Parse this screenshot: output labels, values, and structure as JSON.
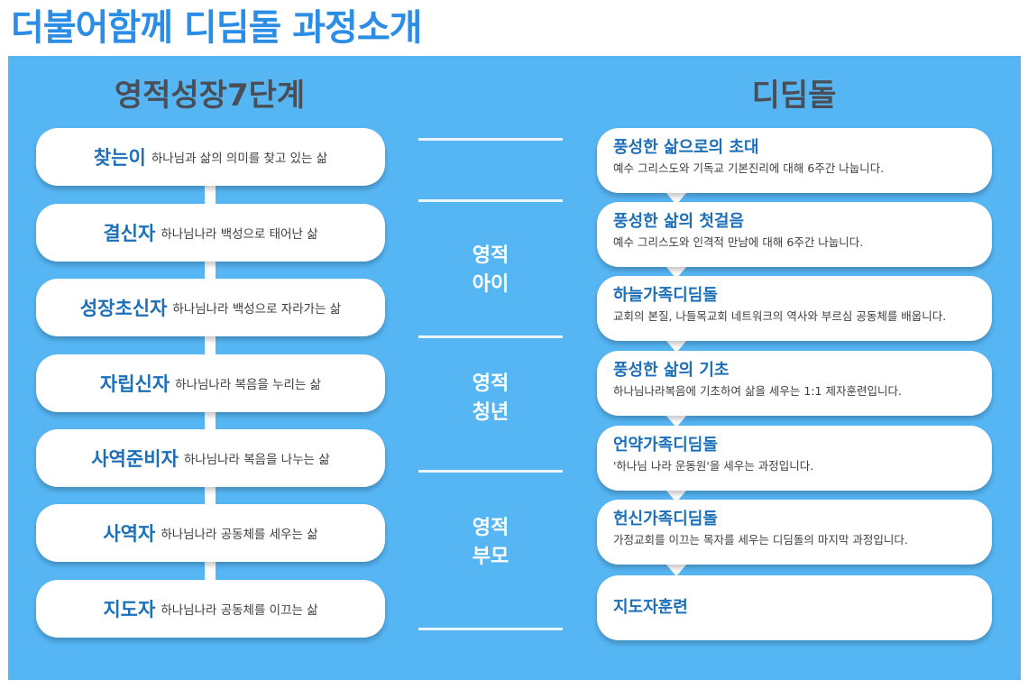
{
  "page_title": "더불어함께 디딤돌 과정소개",
  "left_heading": "영적성장7단계",
  "right_heading": "디딤돌",
  "stages": [
    {
      "name": "찾는이",
      "desc": "하나님과 삶의 의미를 찾고 있는 삶"
    },
    {
      "name": "결신자",
      "desc": "하나님나라 백성으로 태어난 삶"
    },
    {
      "name": "성장초신자",
      "desc": "하나님나라 백성으로 자라가는 삶"
    },
    {
      "name": "자립신자",
      "desc": "하나님나라 복음을 누리는 삶"
    },
    {
      "name": "사역준비자",
      "desc": "하나님나라 복음을 나누는 삶"
    },
    {
      "name": "사역자",
      "desc": "하나님나라 공동체를 세우는 삶"
    },
    {
      "name": "지도자",
      "desc": "하나님나라 공동체를 이끄는 삶"
    }
  ],
  "groups": [
    {
      "line1": "영적",
      "line2": "아이"
    },
    {
      "line1": "영적",
      "line2": "청년"
    },
    {
      "line1": "영적",
      "line2": "부모"
    }
  ],
  "courses": [
    {
      "title": "풍성한 삶으로의 초대",
      "desc": "예수 그리스도와 기독교 기본진리에 대해 6주간 나눕니다."
    },
    {
      "title": "풍성한 삶의 첫걸음",
      "desc": "예수 그리스도와 인격적 만남에 대해 6주간 나눕니다."
    },
    {
      "title": "하늘가족디딤돌",
      "desc": "교회의 본질, 나들목교회 네트워크의 역사와 부르심 공동체를 배웁니다."
    },
    {
      "title": "풍성한 삶의 기초",
      "desc": "하나님나라복음에 기초하여 삶을 세우는 1:1 제자훈련입니다."
    },
    {
      "title": "언약가족디딤돌",
      "desc": "'하나님 나라 운동원'을 세우는 과정입니다."
    },
    {
      "title": "헌신가족디딤돌",
      "desc": "가정교회를 이끄는 목자를 세우는 디딤돌의 마지막 과정입니다."
    },
    {
      "title": "지도자훈련",
      "desc": ""
    }
  ],
  "colors": {
    "panel": "#56b6f4",
    "title": "#2b8de6",
    "stage_name": "#1c6fb8",
    "heading": "#4a4f57"
  }
}
